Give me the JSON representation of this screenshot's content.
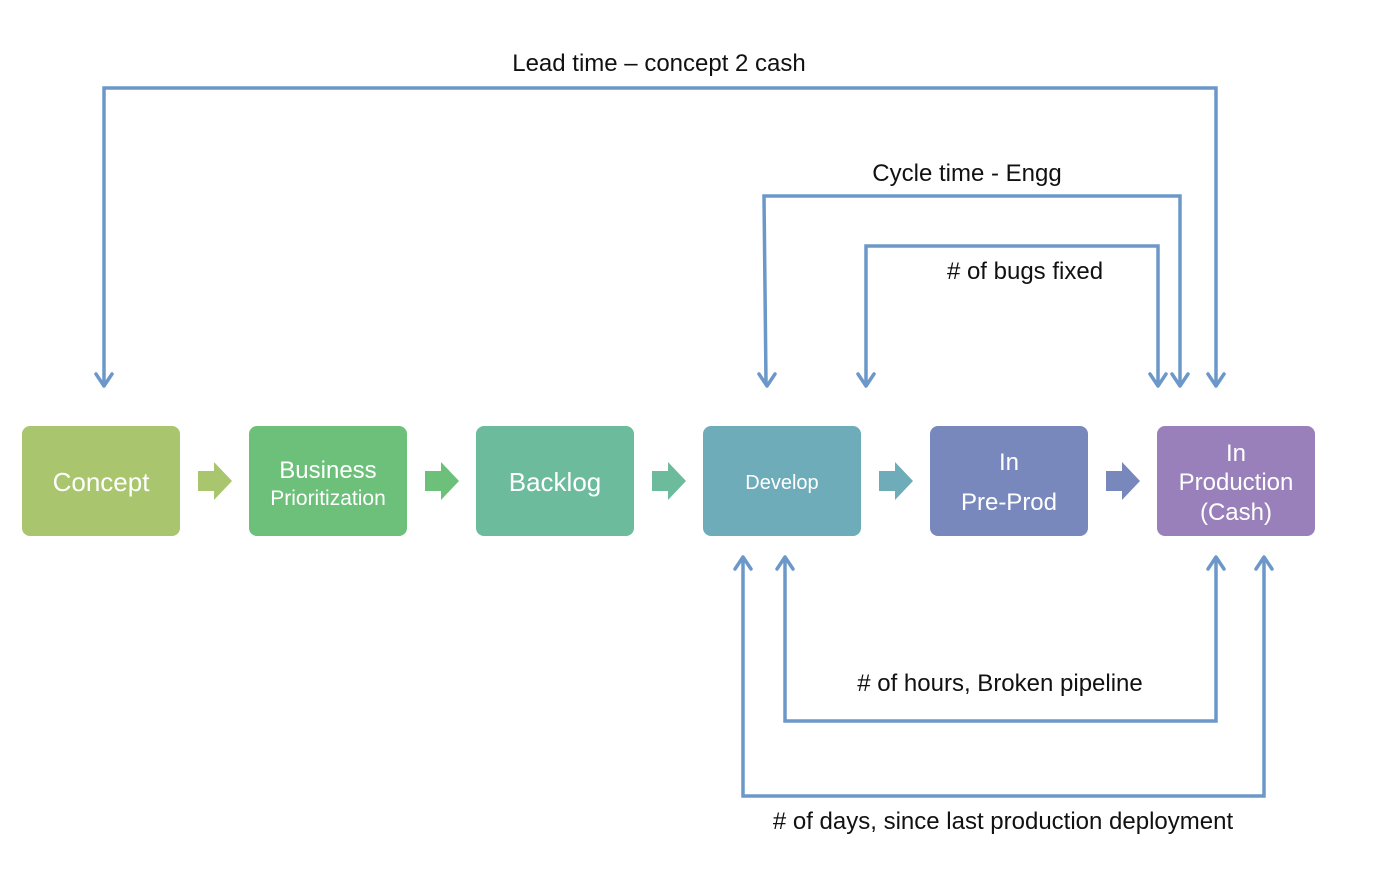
{
  "stages": [
    {
      "lines": [
        "Concept"
      ],
      "color": "#a9c56d"
    },
    {
      "lines": [
        "Business",
        "Prioritization"
      ],
      "color": "#6cc07a"
    },
    {
      "lines": [
        "Backlog"
      ],
      "color": "#6cbb9d"
    },
    {
      "lines": [
        "Develop"
      ],
      "color": "#6eacba"
    },
    {
      "lines": [
        "In",
        "Pre-Prod"
      ],
      "color": "#7888bd"
    },
    {
      "lines": [
        "In",
        "Production",
        "(Cash)"
      ],
      "color": "#9a80bb"
    }
  ],
  "flow_arrow_colors": [
    "#a9c56d",
    "#6cc07a",
    "#6cbb9d",
    "#6eacba",
    "#7888bd"
  ],
  "connector_color": "#6b98c9",
  "metrics": {
    "lead_time": "Lead time – concept 2 cash",
    "cycle_time": "Cycle time - Engg",
    "bugs_fixed": "# of bugs fixed",
    "broken_pipeline": "# of hours, Broken pipeline",
    "days_since_deploy": "# of days, since last production deployment"
  }
}
